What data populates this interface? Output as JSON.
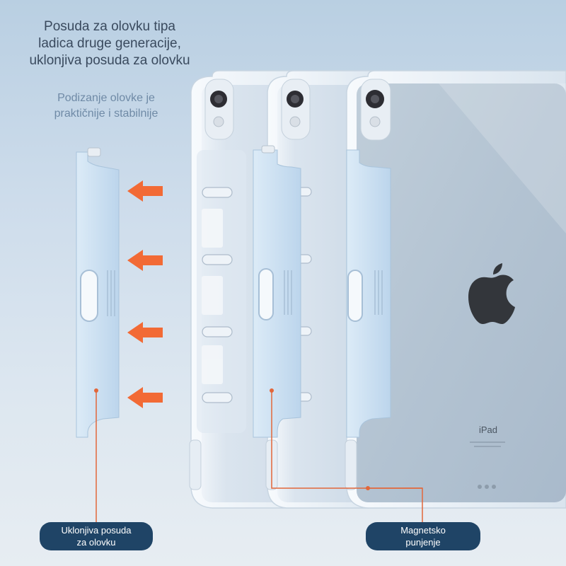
{
  "headline": {
    "line1": "Posuda za olovku tipa",
    "line2": "ladica druge generacije,",
    "line3": "uklonjiva posuda za olovku"
  },
  "subline": {
    "line1": "Podizanje olovke je",
    "line2": "praktičnije i stabilnije"
  },
  "tablet": {
    "label": "iPad"
  },
  "callouts": {
    "left_line1": "Uklonjiva posuda",
    "left_line2": "za olovku",
    "right_line1": "Magnetsko",
    "right_line2": "punjenje"
  },
  "colors": {
    "accent_arrow": "#f26a35",
    "pill_bg": "#1f4466",
    "holder_blue": "#c9dff1",
    "callout_line": "#e2673a"
  }
}
